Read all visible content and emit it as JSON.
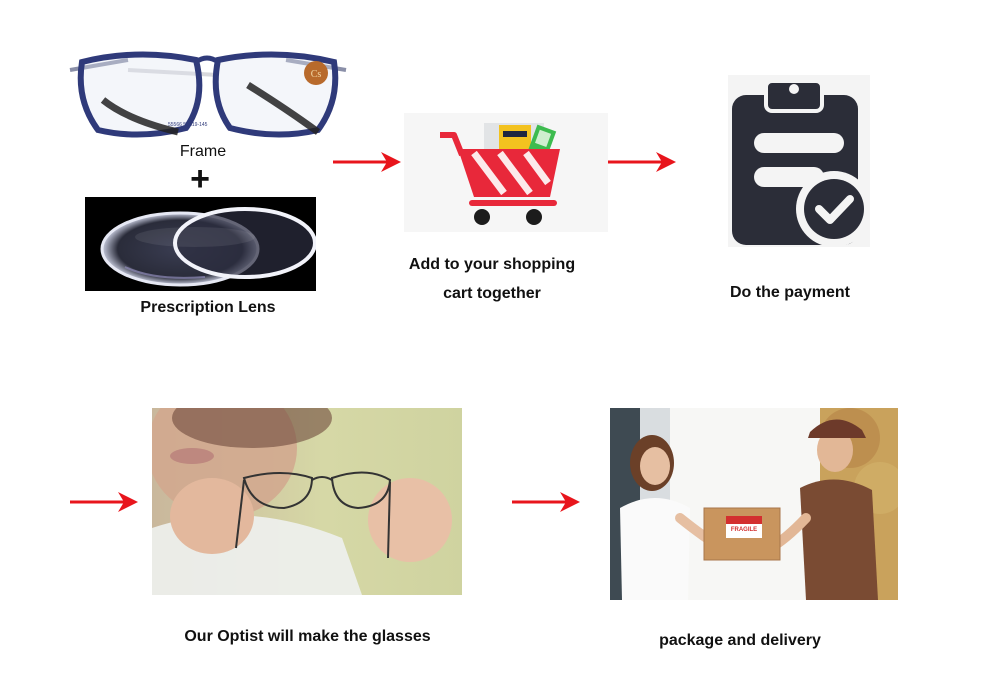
{
  "step1": {
    "frame_label": "Frame",
    "plus_sign": "+",
    "lens_label": "Prescription Lens",
    "frame_engraving": "55566 55□19-145"
  },
  "step2": {
    "line1": "Add to your shopping",
    "line2": "cart together"
  },
  "step3": {
    "label": "Do the payment"
  },
  "step4": {
    "label": "Our Optist will make the glasses"
  },
  "step5": {
    "label": "package and delivery",
    "box_sticker": "FRAGILE"
  },
  "colors": {
    "arrow": "#e8151c",
    "cart": "#e8283a",
    "clipboard": "#2b2d38",
    "accent_green": "#3dbb4f",
    "accent_yellow": "#f3c21f"
  }
}
